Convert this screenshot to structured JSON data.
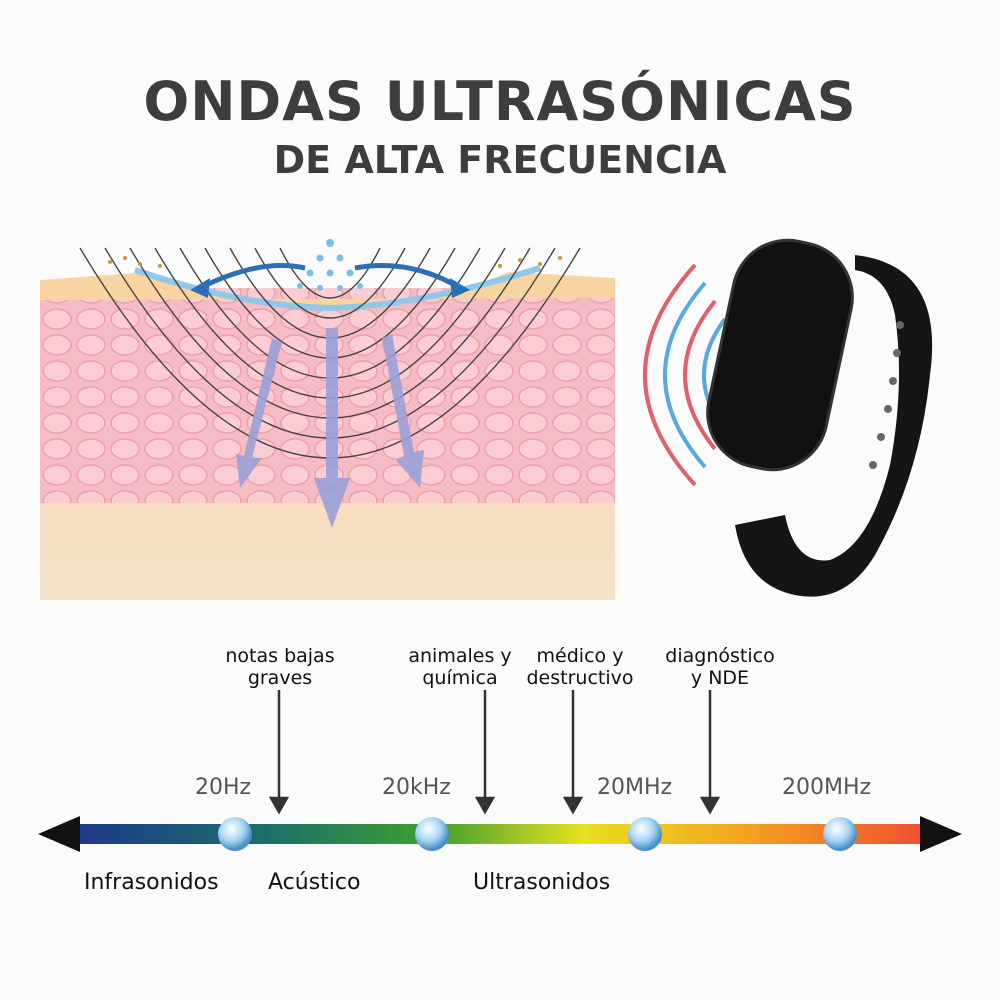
{
  "header": {
    "title": "ONDAS ULTRASÓNICAS",
    "subtitle": "DE ALTA FRECUENCIA"
  },
  "applications": [
    {
      "line1": "notas bajas",
      "line2": "graves"
    },
    {
      "line1": "animales y",
      "line2": "química"
    },
    {
      "line1": "médico y",
      "line2": "destructivo"
    },
    {
      "line1": "diagnóstico",
      "line2": "y NDE"
    }
  ],
  "frequencies": [
    "20Hz",
    "20kHz",
    "20MHz",
    "200MHz"
  ],
  "zones": [
    "Infrasonidos",
    "Acústico",
    "Ultrasonidos"
  ],
  "colors": {
    "title": "#3d3d3d",
    "skin_layer": "#f5b8bf",
    "fat_layer": "#f7d7a8",
    "arrow_blue": "#2d6fb5",
    "wave_red": "#e06070",
    "wave_blue": "#5aa8e0",
    "band": "#1e3a8a",
    "watch": "#151515"
  },
  "icons": [
    "ultrasonic-wave-icon",
    "fitness-band-icon",
    "left-arrow-icon",
    "right-arrow-icon",
    "node-sphere-icon"
  ]
}
